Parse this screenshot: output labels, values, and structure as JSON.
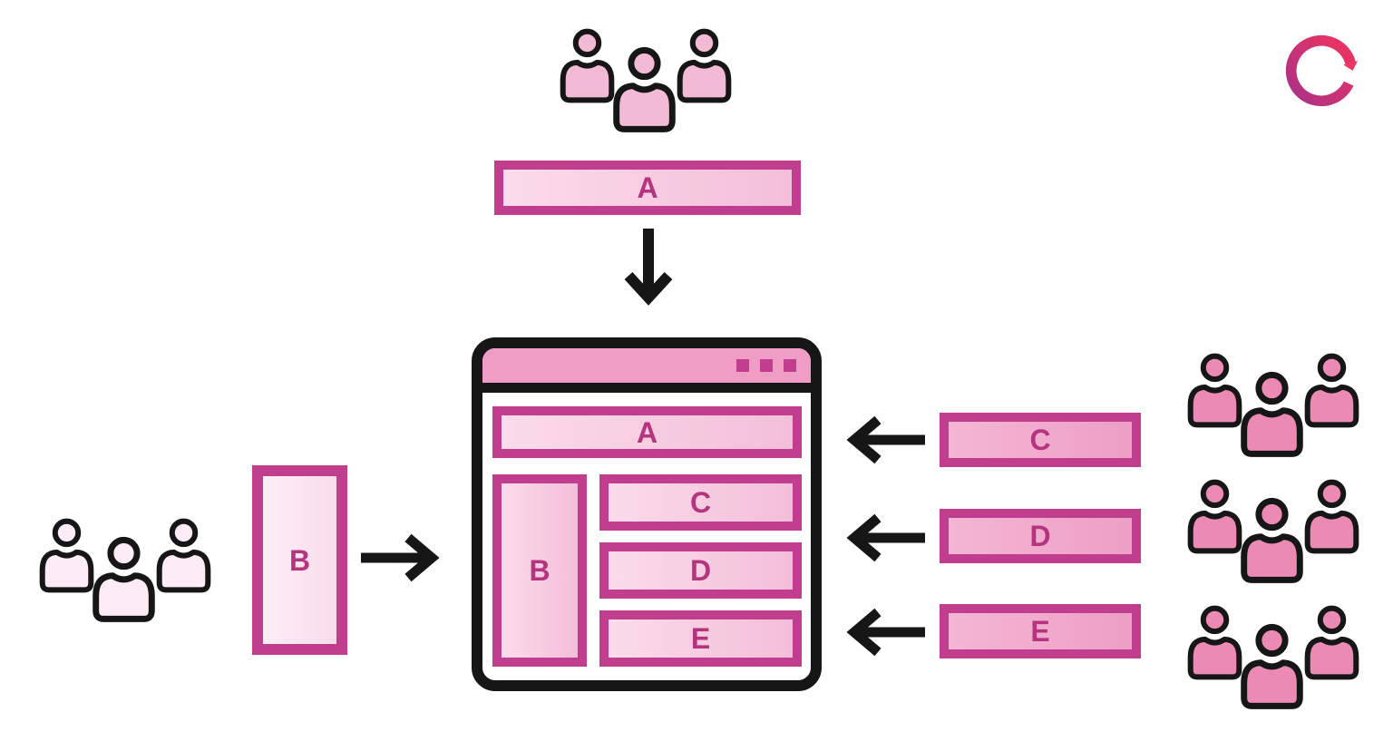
{
  "colors": {
    "frame": "#c13e8e",
    "letter": "#b5347f",
    "outline_black": "#161616",
    "titlebar_pink": "#f09dc6",
    "bar_fill_light": "#f8cfe2",
    "bar_fill_very_light": "#fceaf4",
    "bar_fill_medium": "#f0abce",
    "people_top_fill": "#f3bad6",
    "people_left_fill": "#fdecf5",
    "people_right_fill": "#ec8ab6",
    "logo_gradient_start": "#aa3188",
    "logo_gradient_end": "#f0335f"
  },
  "top_flow": {
    "audience_icon": "people-group-icon",
    "bar": {
      "label": "A"
    },
    "arrow_icon": "arrow-down-icon"
  },
  "left_flow": {
    "audience_icon": "people-group-icon",
    "bar": {
      "label": "B"
    },
    "arrow_icon": "arrow-right-icon"
  },
  "browser_window": {
    "titlebar": {
      "controls": [
        "square",
        "square",
        "square"
      ]
    },
    "content": {
      "bar_a": {
        "label": "A"
      },
      "bar_b": {
        "label": "B"
      },
      "bar_c": {
        "label": "C"
      },
      "bar_d": {
        "label": "D"
      },
      "bar_e": {
        "label": "E"
      }
    }
  },
  "right_flow": {
    "arrow_icon": "arrow-left-icon",
    "bars": [
      {
        "label": "C"
      },
      {
        "label": "D"
      },
      {
        "label": "E"
      }
    ],
    "audience_groups_count": 3
  },
  "logo": {
    "icon": "circular-arrow-logo"
  }
}
